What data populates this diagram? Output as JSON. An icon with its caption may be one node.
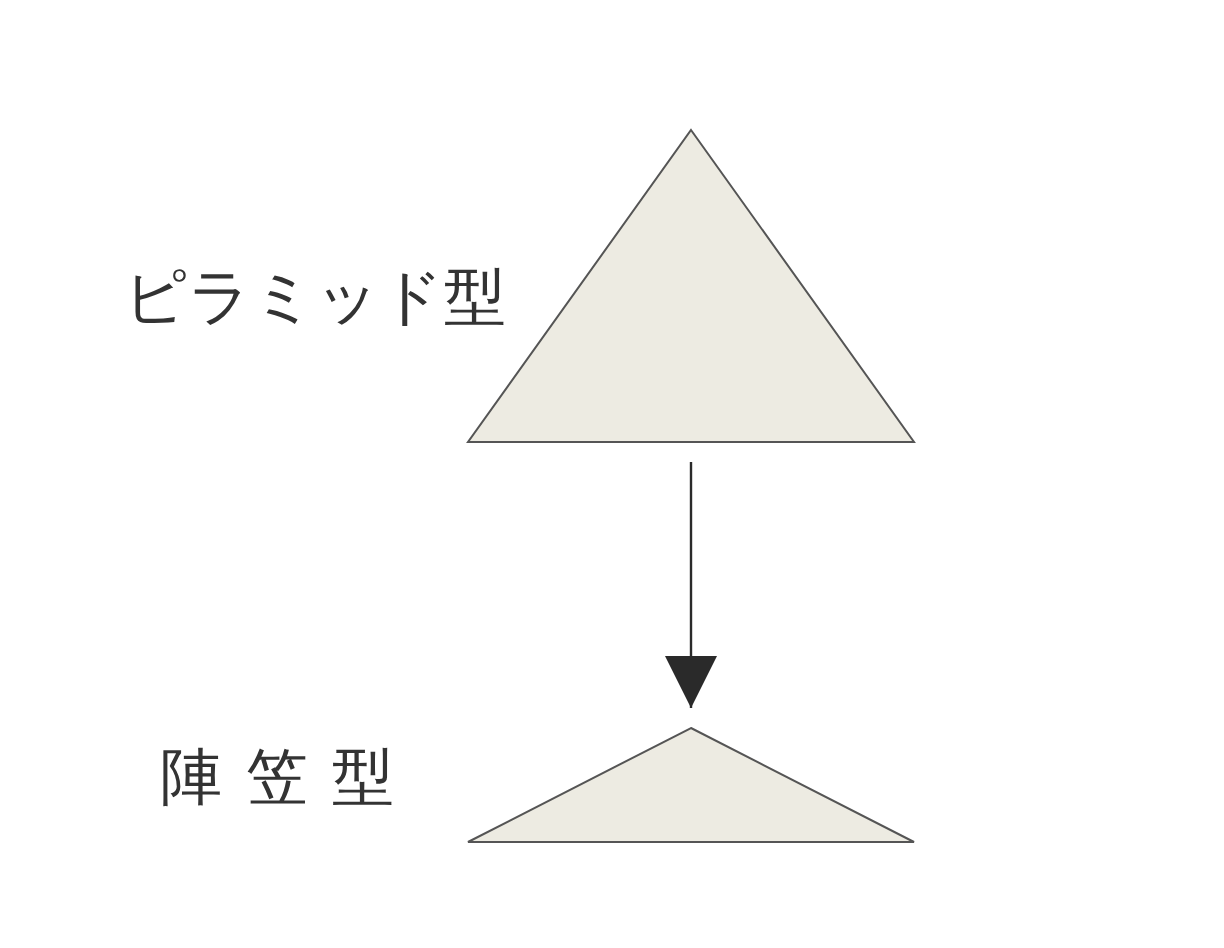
{
  "diagram": {
    "nodes": [
      {
        "text": [],
        "shape": "triangle",
        "beside": [
          "ピラミッド型"
        ]
      },
      {
        "text": [],
        "shape": "triangle",
        "beside": [
          "陣笠型"
        ]
      }
    ],
    "edges": [
      {
        "from": 0,
        "to": 1,
        "arrow": "to"
      }
    ]
  }
}
